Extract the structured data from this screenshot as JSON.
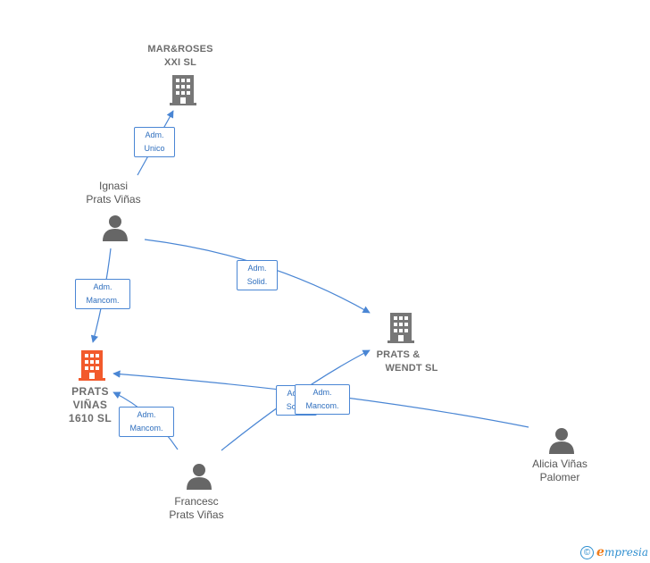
{
  "nodes": {
    "marroses": {
      "line1": "MAR&ROSES",
      "line2": "XXI  SL",
      "icon": "building-icon",
      "color": "#777777"
    },
    "ignasi": {
      "line1": "Ignasi",
      "line2": "Prats Viñas",
      "icon": "person-icon",
      "color": "#666666"
    },
    "pratswendt": {
      "line1": "PRATS &",
      "line2": "WENDT  SL",
      "icon": "building-icon",
      "color": "#777777"
    },
    "pratsvinas": {
      "line1": "PRATS",
      "line2": "VIÑAS",
      "line3": "1610  SL",
      "icon": "building-icon",
      "color": "#f25a2c"
    },
    "francesc": {
      "line1": "Francesc",
      "line2": "Prats Viñas",
      "icon": "person-icon",
      "color": "#666666"
    },
    "alicia": {
      "line1": "Alicia Viñas",
      "line2": "Palomer",
      "icon": "person-icon",
      "color": "#666666"
    }
  },
  "edges": {
    "ignasi_marroses": {
      "line1": "Adm.",
      "line2": "Unico"
    },
    "ignasi_pratswendt": {
      "line1": "Adm.",
      "line2": "Solid."
    },
    "ignasi_pratsvinas": {
      "line1": "Adm.",
      "line2": "Mancom."
    },
    "francesc_pratsvinas": {
      "line1": "Adm.",
      "line2": "Mancom."
    },
    "francesc_pratswendt": {
      "line1": "Adm.",
      "line2": "Solid."
    },
    "alicia_pratsvinas": {
      "line1": "Adm.",
      "line2": "Mancom."
    }
  },
  "colors": {
    "edge": "#4a86d4",
    "accent": "#f25a2c"
  },
  "footer": {
    "copyright": "©",
    "brand_initial": "e",
    "brand_rest": "mpresia"
  }
}
